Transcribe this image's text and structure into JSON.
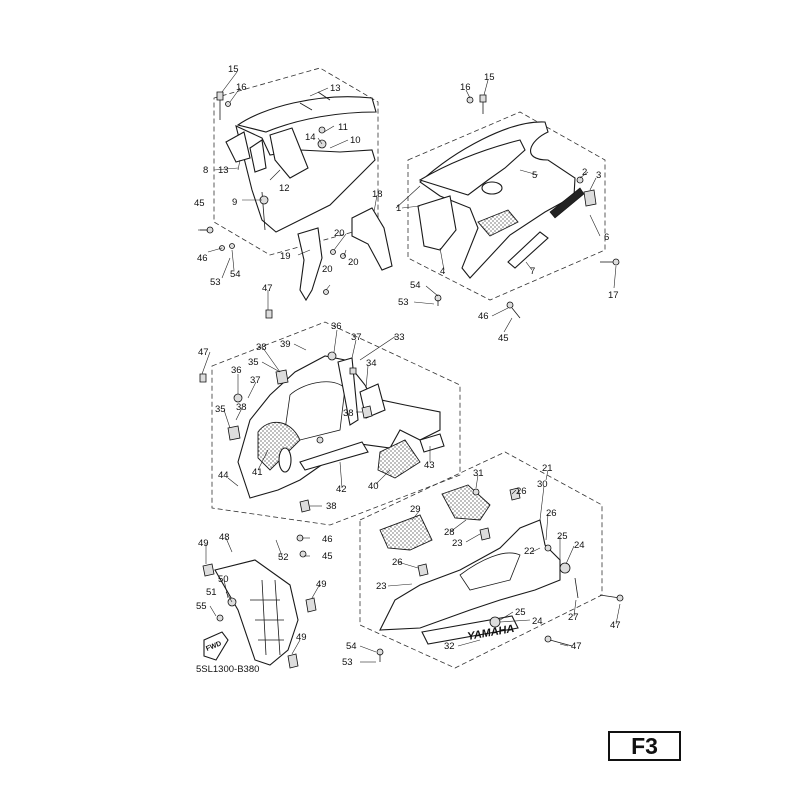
{
  "diagram": {
    "catalog_code": "5SL1300-B380",
    "page_label": "F3",
    "fwd_label": "FWD",
    "brand_decal": "YAMAHA"
  },
  "callouts": [
    {
      "id": "c15a",
      "text": "15"
    },
    {
      "id": "c16a",
      "text": "16"
    },
    {
      "id": "c13a",
      "text": "13"
    },
    {
      "id": "c11",
      "text": "11"
    },
    {
      "id": "c14",
      "text": "14"
    },
    {
      "id": "c10",
      "text": "10"
    },
    {
      "id": "c8",
      "text": "8"
    },
    {
      "id": "c13b",
      "text": "13"
    },
    {
      "id": "c12",
      "text": "12"
    },
    {
      "id": "c9",
      "text": "9"
    },
    {
      "id": "c45a",
      "text": "45"
    },
    {
      "id": "c46a",
      "text": "46"
    },
    {
      "id": "c53a",
      "text": "53"
    },
    {
      "id": "c54a",
      "text": "54"
    },
    {
      "id": "c19",
      "text": "19"
    },
    {
      "id": "c20a",
      "text": "20"
    },
    {
      "id": "c20b",
      "text": "20"
    },
    {
      "id": "c20c",
      "text": "20"
    },
    {
      "id": "c18",
      "text": "18"
    },
    {
      "id": "c15b",
      "text": "15"
    },
    {
      "id": "c16b",
      "text": "16"
    },
    {
      "id": "c1",
      "text": "1"
    },
    {
      "id": "c5",
      "text": "5"
    },
    {
      "id": "c2",
      "text": "2"
    },
    {
      "id": "c3",
      "text": "3"
    },
    {
      "id": "c6",
      "text": "6"
    },
    {
      "id": "c4",
      "text": "4"
    },
    {
      "id": "c7",
      "text": "7"
    },
    {
      "id": "c54b",
      "text": "54"
    },
    {
      "id": "c53b",
      "text": "53"
    },
    {
      "id": "c46b",
      "text": "46"
    },
    {
      "id": "c45b",
      "text": "45"
    },
    {
      "id": "c17",
      "text": "17"
    },
    {
      "id": "c47a",
      "text": "47"
    },
    {
      "id": "c36a",
      "text": "36"
    },
    {
      "id": "c33",
      "text": "33"
    },
    {
      "id": "c39",
      "text": "39"
    },
    {
      "id": "c37a",
      "text": "37"
    },
    {
      "id": "c38a",
      "text": "38"
    },
    {
      "id": "c47b",
      "text": "47"
    },
    {
      "id": "c35a",
      "text": "35"
    },
    {
      "id": "c34",
      "text": "34"
    },
    {
      "id": "c36b",
      "text": "36"
    },
    {
      "id": "c37b",
      "text": "37"
    },
    {
      "id": "c38b",
      "text": "38"
    },
    {
      "id": "c38c",
      "text": "38"
    },
    {
      "id": "c35b",
      "text": "35"
    },
    {
      "id": "c41",
      "text": "41"
    },
    {
      "id": "c43",
      "text": "43"
    },
    {
      "id": "c44",
      "text": "44"
    },
    {
      "id": "c42",
      "text": "42"
    },
    {
      "id": "c40",
      "text": "40"
    },
    {
      "id": "c38d",
      "text": "38"
    },
    {
      "id": "c31",
      "text": "31"
    },
    {
      "id": "c21",
      "text": "21"
    },
    {
      "id": "c30",
      "text": "30"
    },
    {
      "id": "c26a",
      "text": "26"
    },
    {
      "id": "c29",
      "text": "29"
    },
    {
      "id": "c28",
      "text": "28"
    },
    {
      "id": "c26b",
      "text": "26"
    },
    {
      "id": "c23a",
      "text": "23"
    },
    {
      "id": "c22",
      "text": "22"
    },
    {
      "id": "c25a",
      "text": "25"
    },
    {
      "id": "c24a",
      "text": "24"
    },
    {
      "id": "c52",
      "text": "52"
    },
    {
      "id": "c46c",
      "text": "46"
    },
    {
      "id": "c45c",
      "text": "45"
    },
    {
      "id": "c49a",
      "text": "49"
    },
    {
      "id": "c48",
      "text": "48"
    },
    {
      "id": "c26c",
      "text": "26"
    },
    {
      "id": "c23b",
      "text": "23"
    },
    {
      "id": "c50",
      "text": "50"
    },
    {
      "id": "c51",
      "text": "51"
    },
    {
      "id": "c55",
      "text": "55"
    },
    {
      "id": "c49b",
      "text": "49"
    },
    {
      "id": "c27",
      "text": "27"
    },
    {
      "id": "c47c",
      "text": "47"
    },
    {
      "id": "c25b",
      "text": "25"
    },
    {
      "id": "c24b",
      "text": "24"
    },
    {
      "id": "c32",
      "text": "32"
    },
    {
      "id": "c47d",
      "text": "47"
    },
    {
      "id": "c49c",
      "text": "49"
    },
    {
      "id": "c54c",
      "text": "54"
    },
    {
      "id": "c53c",
      "text": "53"
    }
  ]
}
